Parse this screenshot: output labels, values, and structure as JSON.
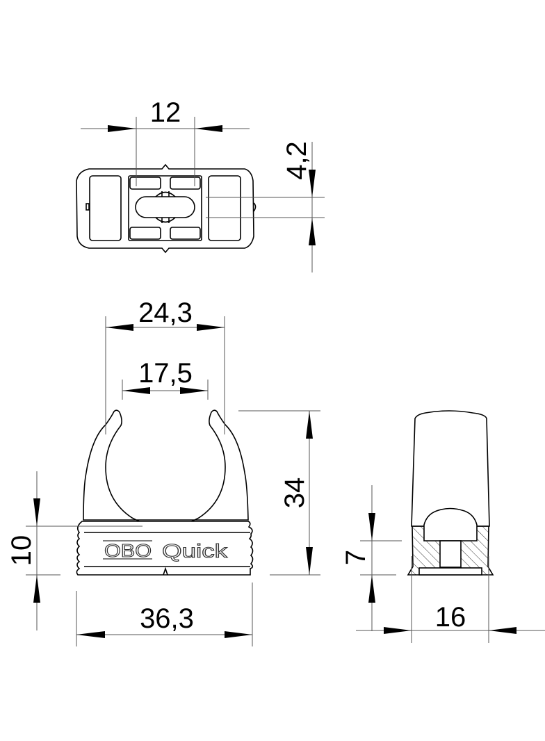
{
  "drawing": {
    "type": "technical dimension drawing",
    "units": "mm",
    "line_color": "#000000",
    "background": "#ffffff"
  },
  "views": {
    "top": {
      "dimensions": {
        "width_slot_spacing": "12",
        "slot_height": "4,2"
      }
    },
    "front": {
      "dimensions": {
        "outer_opening": "24,3",
        "inner_opening": "17,5",
        "height_total": "34",
        "base_height": "10",
        "base_width": "36,3"
      },
      "marking": {
        "brand": "OBO",
        "product": "Quick"
      }
    },
    "side": {
      "dimensions": {
        "base_height": "7",
        "depth": "16"
      }
    }
  }
}
